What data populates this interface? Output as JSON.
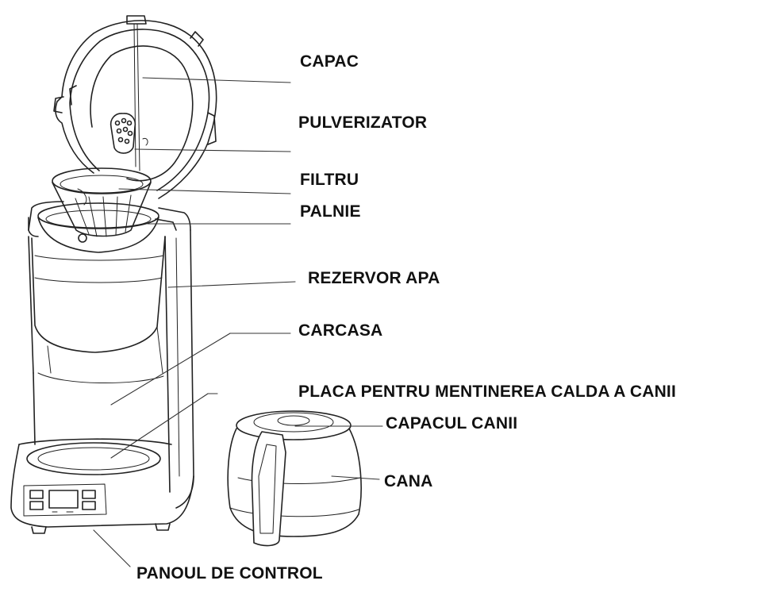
{
  "labels": {
    "capac": "CAPAC",
    "pulverizator": "PULVERIZATOR",
    "filtru": "FILTRU",
    "palnie": "PALNIE",
    "rezervor_apa": "REZERVOR APA",
    "carcasa": "CARCASA",
    "placa": "PLACA PENTRU MENTINEREA CALDA A CANII",
    "capacul_canii": "CAPACUL CANII",
    "cana": "CANA",
    "panoul_de_control": "PANOUL DE CONTROL"
  },
  "colors": {
    "line": "#222222",
    "text": "#111111",
    "background": "#ffffff"
  }
}
